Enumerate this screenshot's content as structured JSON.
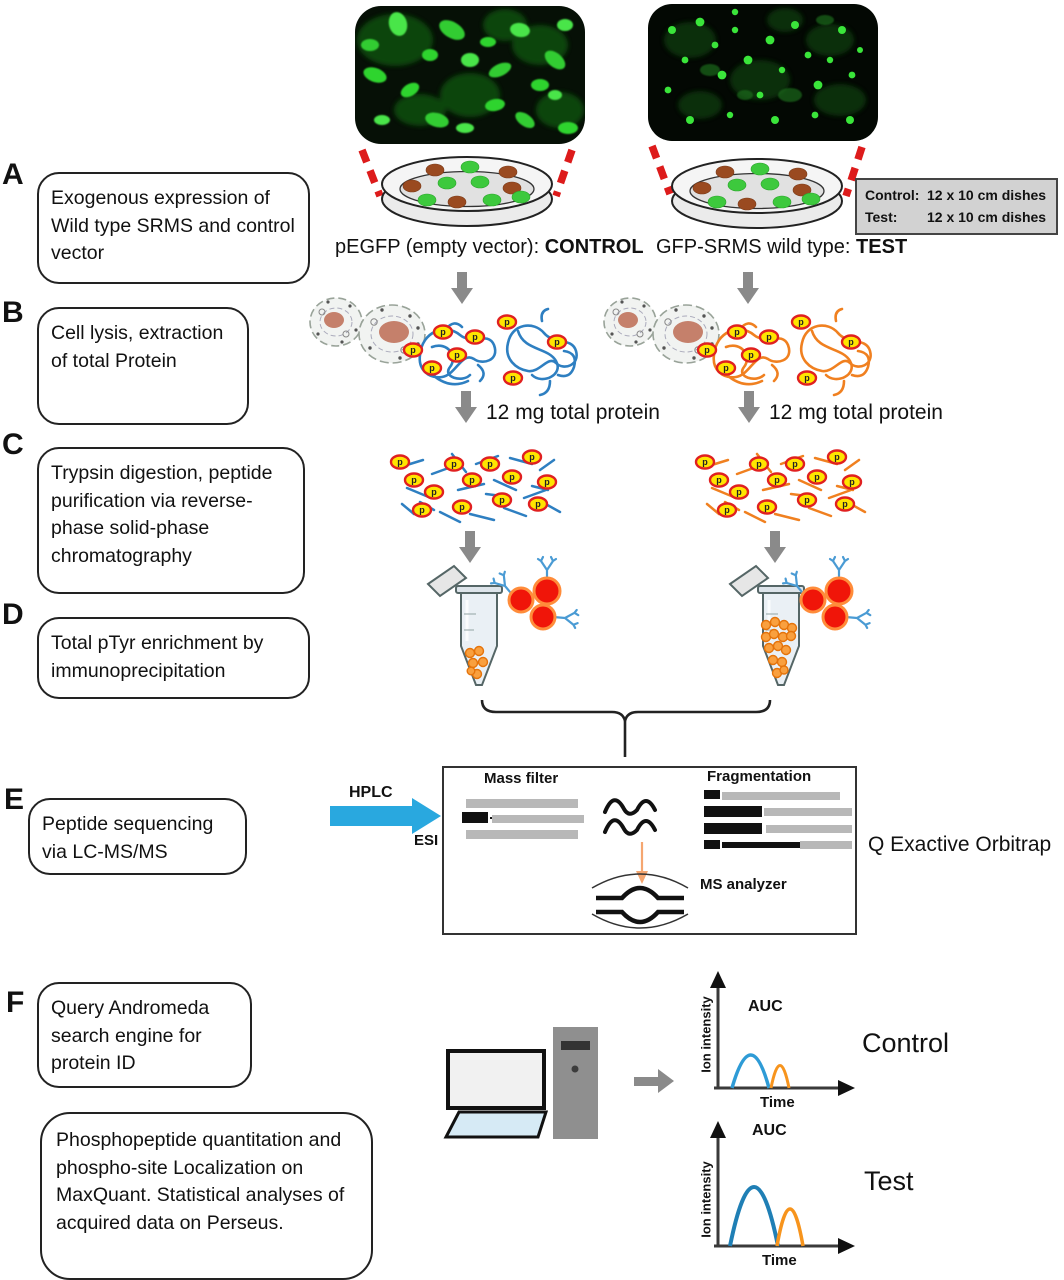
{
  "steps": {
    "a": {
      "letter": "A",
      "text": "Exogenous expression of Wild type SRMS and control vector"
    },
    "b": {
      "letter": "B",
      "text": "Cell lysis, extraction of total Protein"
    },
    "c": {
      "letter": "C",
      "text": "Trypsin digestion, peptide purification via reverse-phase solid-phase chromatography"
    },
    "d": {
      "letter": "D",
      "text": "Total pTyr enrichment by immunoprecipitation"
    },
    "e": {
      "letter": "E",
      "text": "Peptide sequencing via LC-MS/MS"
    },
    "f": {
      "letter": "F",
      "text": "Query Andromeda search engine for protein ID"
    },
    "g": {
      "text": "Phosphopeptide quantitation and phospho-site Localization on MaxQuant. Statistical analyses of acquired data on Perseus."
    }
  },
  "top": {
    "dish_info": {
      "control_label": "Control:",
      "control_value": "12 x 10 cm dishes",
      "test_label": "Test:",
      "test_value": "12 x 10 cm dishes"
    },
    "caption_control": {
      "prefix": "pEGFP (empty vector): ",
      "bold": "CONTROL"
    },
    "caption_test": {
      "prefix": "GFP-SRMS wild type: ",
      "bold": "TEST"
    }
  },
  "annotations": {
    "protein_left": "12 mg total protein",
    "protein_right": "12 mg total protein"
  },
  "mass_spec": {
    "hplc": "HPLC",
    "esi": "ESI",
    "mass_filter": "Mass filter",
    "fragmentation": "Fragmentation",
    "ms_analyzer": "MS analyzer",
    "instrument": "Q Exactive Orbitrap"
  },
  "charts": {
    "control": {
      "auc": "AUC",
      "ylabel": "Ion intensity",
      "xlabel": "Time",
      "title": "Control"
    },
    "test": {
      "auc": "AUC",
      "ylabel": "Ion intensity",
      "xlabel": "Time",
      "title": "Test"
    }
  },
  "chart_data": [
    {
      "type": "area",
      "title": "Control",
      "xlabel": "Time",
      "ylabel": "Ion intensity",
      "annotation": "AUC",
      "series": [
        {
          "name": "precursor-peak-blue",
          "color": "#2E9BD6",
          "peak_height_rel": 0.55,
          "peak_width_rel": 0.28
        },
        {
          "name": "phosphopeptide-peak-orange",
          "color": "#F7941D",
          "peak_height_rel": 0.33,
          "peak_width_rel": 0.14
        }
      ]
    },
    {
      "type": "area",
      "title": "Test",
      "xlabel": "Time",
      "ylabel": "Ion intensity",
      "annotation": "AUC",
      "series": [
        {
          "name": "precursor-peak-blue",
          "color": "#1F7FB5",
          "peak_height_rel": 0.92,
          "peak_width_rel": 0.4
        },
        {
          "name": "phosphopeptide-peak-orange",
          "color": "#F7941D",
          "peak_height_rel": 0.55,
          "peak_width_rel": 0.2
        }
      ]
    }
  ],
  "glyphs": {
    "p": "p"
  },
  "colors": {
    "arrow_gray": "#8A8A8A",
    "dashed_red": "#DD1B1B",
    "protein_blue": "#2E7FC1",
    "protein_orange": "#F08020",
    "phospho_yellow": "#FFE500",
    "phospho_ring_red": "#E02020",
    "hplc_blue": "#29A8DF",
    "bead_orange": "#F9A03F",
    "antibody_red": "#F01509"
  }
}
